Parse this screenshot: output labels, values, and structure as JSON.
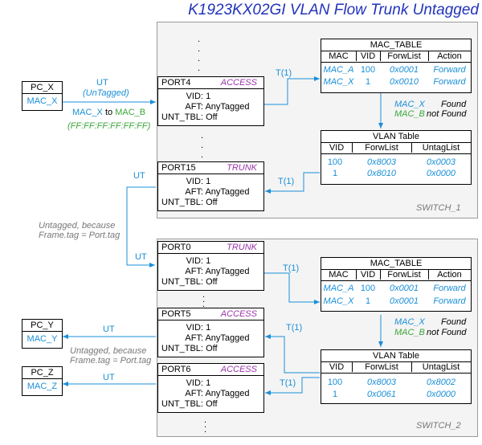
{
  "title": "K1923KX02GI VLAN Flow Trunk Untagged",
  "switches": [
    {
      "label": "SWITCH_1"
    },
    {
      "label": "SWITCH_2"
    }
  ],
  "pcs": {
    "pc_x": {
      "name": "PC_X",
      "mac": "MAC_X"
    },
    "pc_y": {
      "name": "PC_Y",
      "mac": "MAC_Y"
    },
    "pc_z": {
      "name": "PC_Z",
      "mac": "MAC_Z"
    }
  },
  "ports": {
    "s1_port4": {
      "name": "PORT4",
      "mode": "ACCESS",
      "vid": "1",
      "aft": "AnyTagged",
      "unt": "Off"
    },
    "s1_port15": {
      "name": "PORT15",
      "mode": "TRUNK",
      "vid": "1",
      "aft": "AnyTagged",
      "unt": "Off"
    },
    "s2_port0": {
      "name": "PORT0",
      "mode": "TRUNK",
      "vid": "1",
      "aft": "AnyTagged",
      "unt": "Off"
    },
    "s2_port5": {
      "name": "PORT5",
      "mode": "ACCESS",
      "vid": "1",
      "aft": "AnyTagged",
      "unt": "Off"
    },
    "s2_port6": {
      "name": "PORT6",
      "mode": "ACCESS",
      "vid": "1",
      "aft": "AnyTagged",
      "unt": "Off"
    }
  },
  "port_keys": {
    "vid": "VID:",
    "aft": "AFT:",
    "unt": "UNT_TBL:"
  },
  "mac_tables": {
    "s1": {
      "caption": "MAC_TABLE",
      "columns": [
        "MAC",
        "VID",
        "ForwList",
        "Action"
      ],
      "rows": [
        [
          "MAC_A",
          "100",
          "0x0001",
          "Forward"
        ],
        [
          "MAC_X",
          "1",
          "0x0010",
          "Forward"
        ]
      ],
      "lookup": {
        "found_mac": "MAC_X",
        "found_text": "Found",
        "notfound_mac": "MAC_B",
        "notfound_text": "not Found"
      }
    },
    "s2": {
      "caption": "MAC_TABLE",
      "columns": [
        "MAC",
        "VID",
        "ForwList",
        "Action"
      ],
      "rows": [
        [
          "MAC_A",
          "100",
          "0x0001",
          "Forward"
        ],
        [
          "MAC_X",
          "1",
          "0x0001",
          "Forward"
        ]
      ],
      "lookup": {
        "found_mac": "MAC_X",
        "found_text": "Found",
        "notfound_mac": "MAC_B",
        "notfound_text": "not Found"
      }
    }
  },
  "vlan_tables": {
    "s1": {
      "caption": "VLAN Table",
      "columns": [
        "VID",
        "ForwList",
        "UntagList"
      ],
      "rows": [
        [
          "100",
          "0x8003",
          "0x0003"
        ],
        [
          "1",
          "0x8010",
          "0x0000"
        ]
      ]
    },
    "s2": {
      "caption": "VLAN Table",
      "columns": [
        "VID",
        "ForwList",
        "UntagList"
      ],
      "rows": [
        [
          "100",
          "0x8003",
          "0x8002"
        ],
        [
          "1",
          "0x0061",
          "0x0000"
        ]
      ]
    }
  },
  "flow_labels": {
    "ut": "UT",
    "untagged_paren": "(UnTagged)",
    "t1": "T(1)",
    "mac_x_to": "MAC_X",
    "to_word": " to ",
    "mac_b": "MAC_B",
    "broadcast": "(FF:FF:FF:FF:FF:FF)",
    "note_line1": "Untagged, because",
    "note_line2": "Frame.tag = Port.tag"
  },
  "colors": {
    "flow": "#1a8fd8",
    "mode": "#9933aa",
    "green": "#3aa63a",
    "title": "#2233bb"
  }
}
